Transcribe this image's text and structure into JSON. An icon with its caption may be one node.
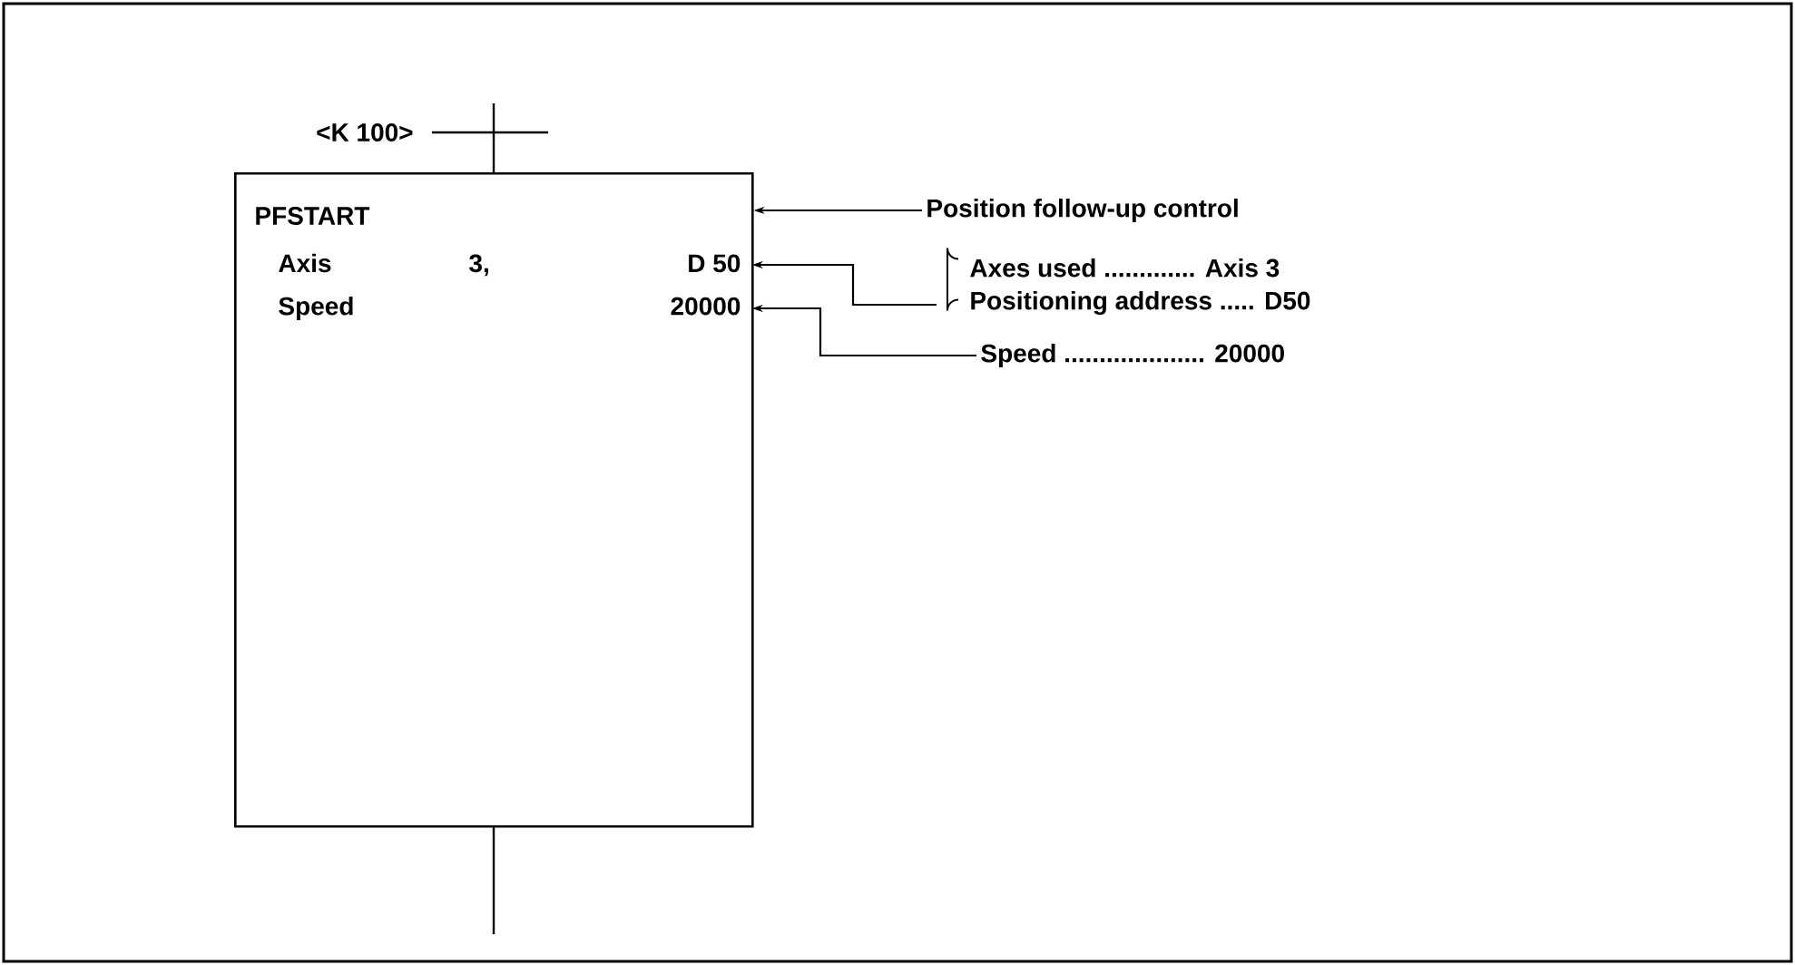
{
  "diagram": {
    "nodes": [
      {
        "text": [
          "PFSTART"
        ]
      },
      {
        "text": [
          "Axis",
          "3,",
          "D 50"
        ],
        "in": 0
      },
      {
        "text": [
          "Speed",
          "20000"
        ],
        "in": 0
      },
      {
        "text": [
          "Position follow-up control"
        ]
      },
      {
        "text": [
          "Axes used ............. Axis 3",
          "Positioning address ..... D50"
        ]
      },
      {
        "text": [
          "Speed .................... 20000"
        ]
      }
    ],
    "edges": [
      {
        "from": 3,
        "to": 0,
        "arrow": "to"
      },
      {
        "from": 4,
        "to": 1,
        "arrow": "to"
      },
      {
        "from": 5,
        "to": 2,
        "arrow": "to"
      }
    ],
    "labels": [
      "<K 100>"
    ]
  }
}
